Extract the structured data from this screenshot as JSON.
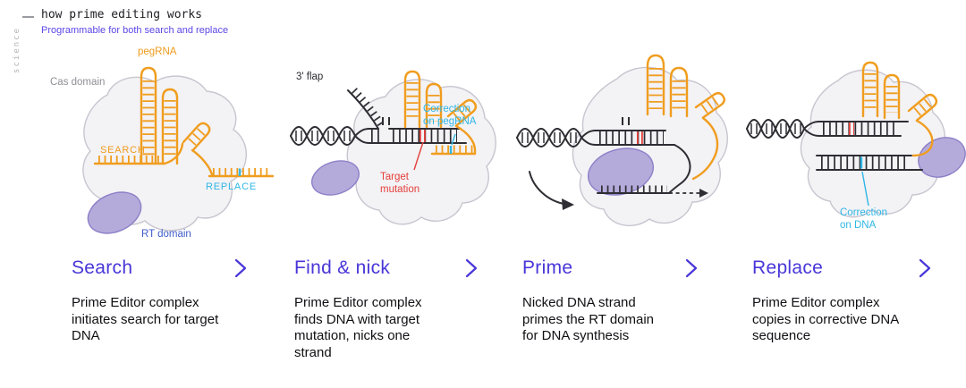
{
  "header": {
    "section_label": "science",
    "title": "how prime editing works",
    "subtitle": "Programmable for both search and replace"
  },
  "colors": {
    "accent_purple": "#4836d8",
    "pegrna_orange": "#f09d1e",
    "correction_cyan": "#2fb7e5",
    "mutation_red": "#e4403a",
    "cas_blob_gray": "#f3f2f5",
    "rt_blob_purple": "#b5abdb",
    "dna_dark": "#2d2d33"
  },
  "panels": [
    {
      "title": "Search",
      "description": "Prime Editor complex initiates search for target DNA",
      "labels": {
        "cas_domain": "Cas domain",
        "pegrna": "pegRNA",
        "search_region": "SEARCH",
        "replace_region": "REPLACE",
        "rt_domain": "RT domain"
      }
    },
    {
      "title": "Find & nick",
      "description": "Prime Editor complex finds DNA with target mutation, nicks one strand",
      "labels": {
        "flap": "3' flap",
        "correction": "Correction\non pegRNA",
        "mutation": "Target\nmutation"
      }
    },
    {
      "title": "Prime",
      "description": "Nicked DNA strand primes the RT domain for DNA synthesis",
      "labels": {}
    },
    {
      "title": "Replace",
      "description": "Prime Editor complex copies in corrective DNA sequence",
      "labels": {
        "correction": "Correction\non DNA"
      }
    }
  ]
}
